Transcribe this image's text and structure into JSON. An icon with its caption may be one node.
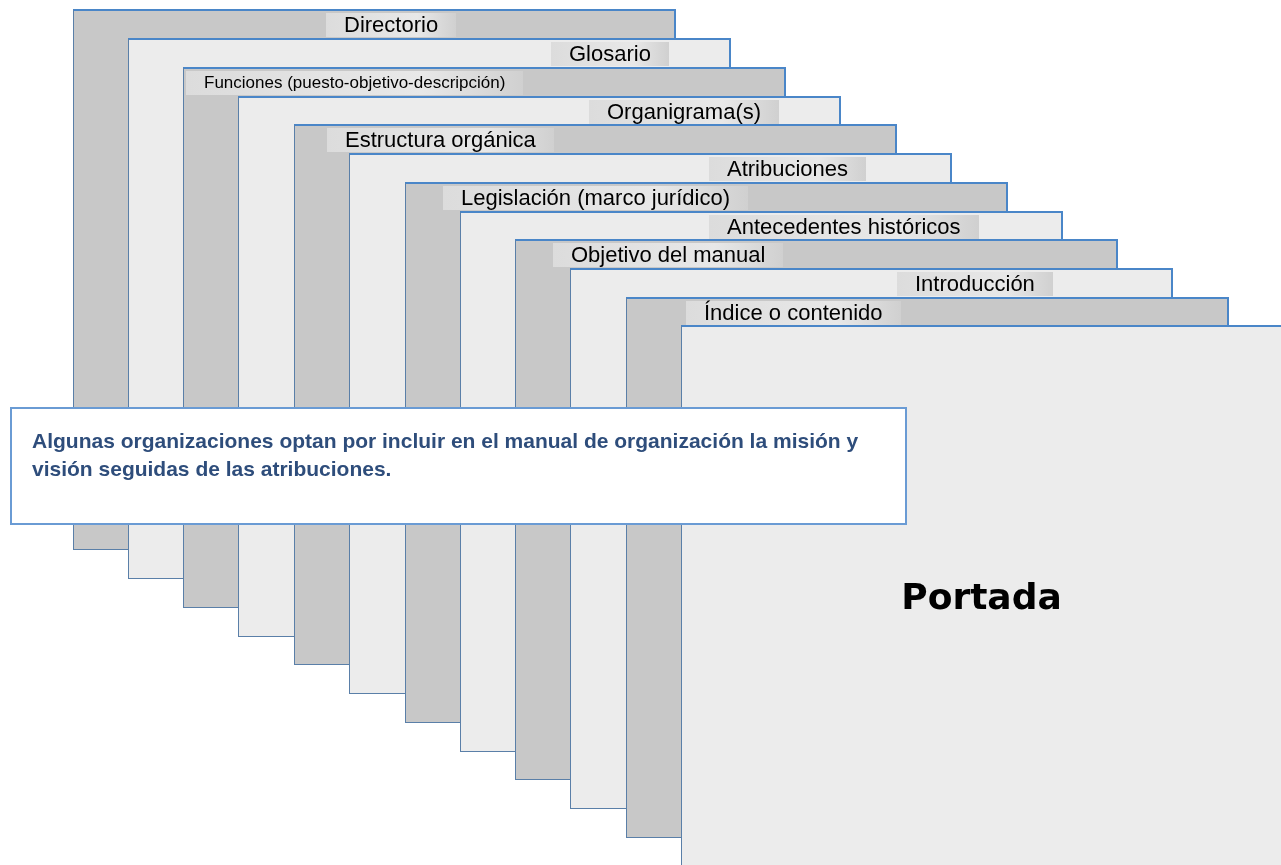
{
  "diagram": {
    "nodes": [
      {
        "text": [
          "Directorio"
        ]
      },
      {
        "text": [
          "Glosario"
        ]
      },
      {
        "text": [
          "Funciones (puesto-objetivo-descripción)"
        ]
      },
      {
        "text": [
          "Organigrama(s)"
        ]
      },
      {
        "text": [
          "Estructura orgánica"
        ]
      },
      {
        "text": [
          "Atribuciones"
        ]
      },
      {
        "text": [
          "Legislación (marco jurídico)"
        ]
      },
      {
        "text": [
          "Antecedentes históricos"
        ]
      },
      {
        "text": [
          "Objetivo del manual"
        ]
      },
      {
        "text": [
          "Introducción"
        ]
      },
      {
        "text": [
          "Índice o contenido"
        ]
      },
      {
        "text": [
          "Portada"
        ]
      },
      {
        "text": [
          "Algunas organizaciones optan por incluir en el manual de organización la misión y visión seguidas de las atribuciones."
        ]
      }
    ],
    "edges": []
  }
}
